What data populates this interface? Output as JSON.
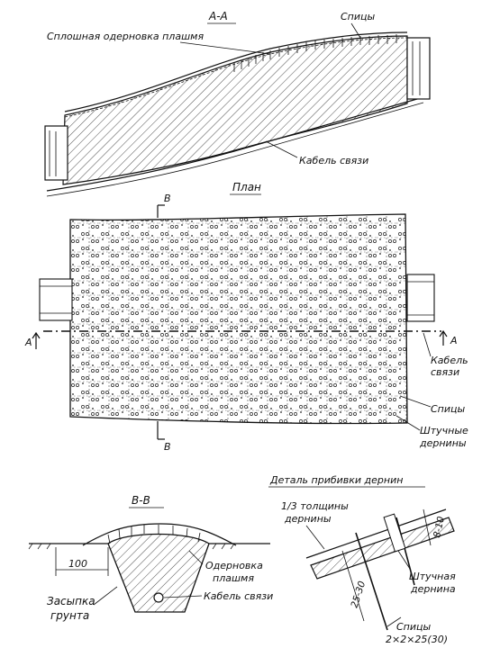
{
  "section_aa": {
    "title": "А-А",
    "label_sod": "Сплошная одерновка плашмя",
    "label_spokes": "Спицы",
    "label_cable": "Кабель связи"
  },
  "plan": {
    "title": "План",
    "section_mark_b_top": "В",
    "section_mark_b_bottom": "В",
    "section_mark_a_left": "А",
    "section_mark_a_right": "А",
    "label_cable": [
      "Кабель",
      "связи"
    ],
    "label_spokes": "Спицы",
    "label_pieces": [
      "Штучные",
      "дернины"
    ]
  },
  "section_bb": {
    "title": "В-В",
    "dimension": "100",
    "label_sod": [
      "Одерновка",
      "плашмя"
    ],
    "label_cable": "Кабель связи",
    "label_backfill": [
      "Засыпка",
      "грунта"
    ]
  },
  "detail": {
    "title": "Деталь прибивки дернин",
    "label_third": [
      "1/3 толщины",
      "дернины"
    ],
    "dim_8_10": "8-10",
    "dim_25_30": "25-30",
    "label_piece": [
      "Штучная",
      "дернина"
    ],
    "label_spokes": [
      "Спицы",
      "2×2×25(30)"
    ]
  }
}
